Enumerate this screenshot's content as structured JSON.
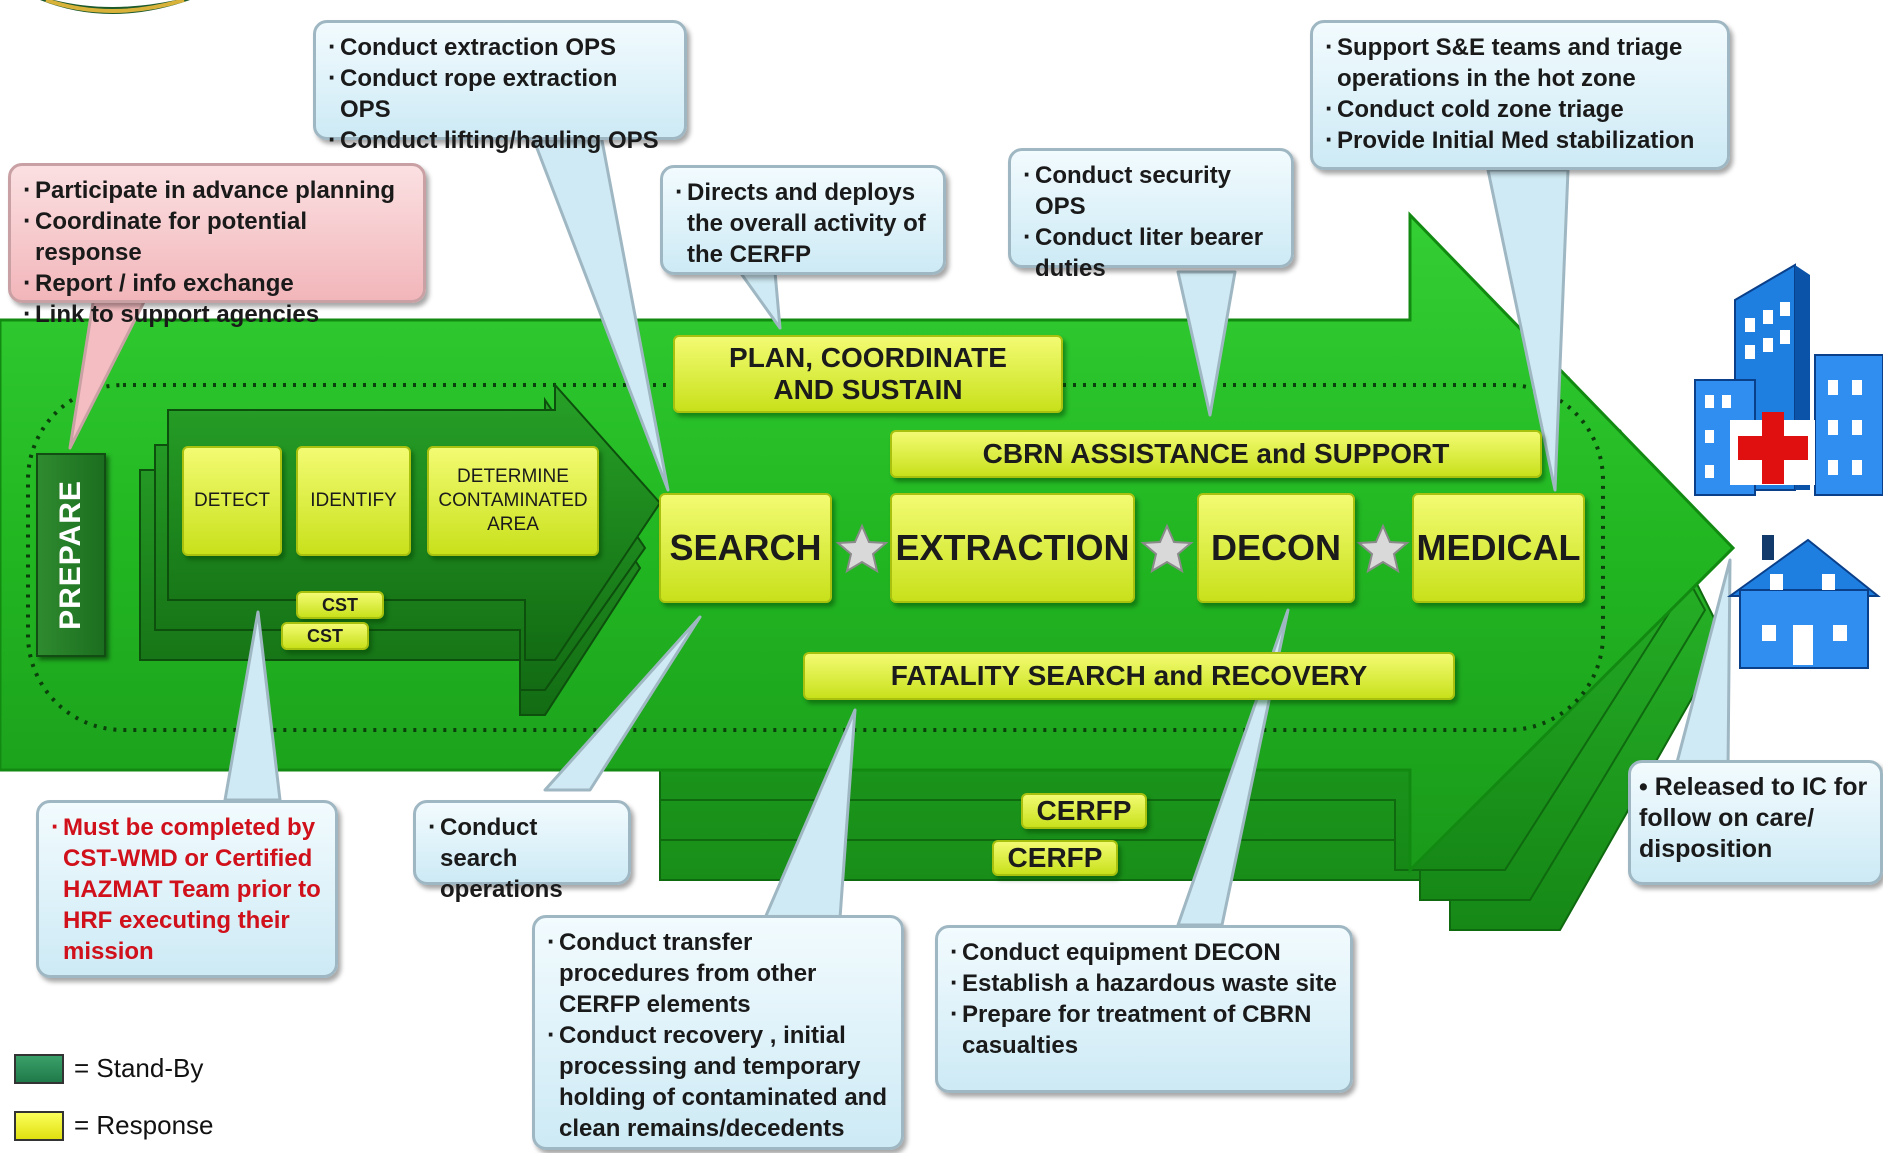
{
  "callouts": {
    "prepare_planning": [
      "Participate in advance planning",
      "Coordinate for potential response",
      "Report / info exchange",
      "Link to support agencies"
    ],
    "extraction_ops": [
      "Conduct extraction OPS",
      "Conduct rope extraction OPS",
      "Conduct lifting/hauling OPS"
    ],
    "directs": [
      "Directs and deploys the overall activity of the CERFP"
    ],
    "security": [
      "Conduct security OPS",
      "Conduct liter bearer duties"
    ],
    "medical_support": [
      "Support S&E teams and triage operations in the hot zone",
      "Conduct cold zone triage",
      "Provide Initial Med stabilization"
    ],
    "released": "• Released to IC for follow on care/ disposition",
    "cst_requirement": [
      "Must be completed by CST-WMD or Certified HAZMAT Team prior to HRF executing their mission"
    ],
    "search_ops": [
      "Conduct search operations"
    ],
    "transfer": [
      "Conduct transfer procedures from other CERFP elements",
      "Conduct recovery , initial processing and temporary holding of contaminated and clean remains/decedents"
    ],
    "decon_ops": [
      "Conduct equipment DECON",
      "Establish a hazardous waste site",
      "Prepare for treatment of CBRN casualties"
    ]
  },
  "boxes": {
    "prepare": "PREPARE",
    "detect": "DETECT",
    "identify": "IDENTIFY",
    "determine": "DETERMINE CONTAMINATED AREA",
    "cst_1": "CST",
    "cst_2": "CST",
    "plan": "PLAN, COORDINATE AND SUSTAIN",
    "cbrn": "CBRN  ASSISTANCE and SUPPORT",
    "search": "SEARCH",
    "extraction": "EXTRACTION",
    "decon": "DECON",
    "medical": "MEDICAL",
    "fatality": "FATALITY SEARCH and RECOVERY",
    "cerfp_1": "CERFP",
    "cerfp_2": "CERFP"
  },
  "legend": {
    "standby": "= Stand-By",
    "response": "= Response",
    "standby_color": "#2f8f57",
    "response_color": "#f0f02a"
  },
  "colors": {
    "arrow_green": "#2bc12b",
    "arrow_dark": "#1f8f1f",
    "response_yellow": "#dcee3a",
    "callout_blue": "#d9f0f8",
    "callout_pink": "#f5c2c5"
  }
}
